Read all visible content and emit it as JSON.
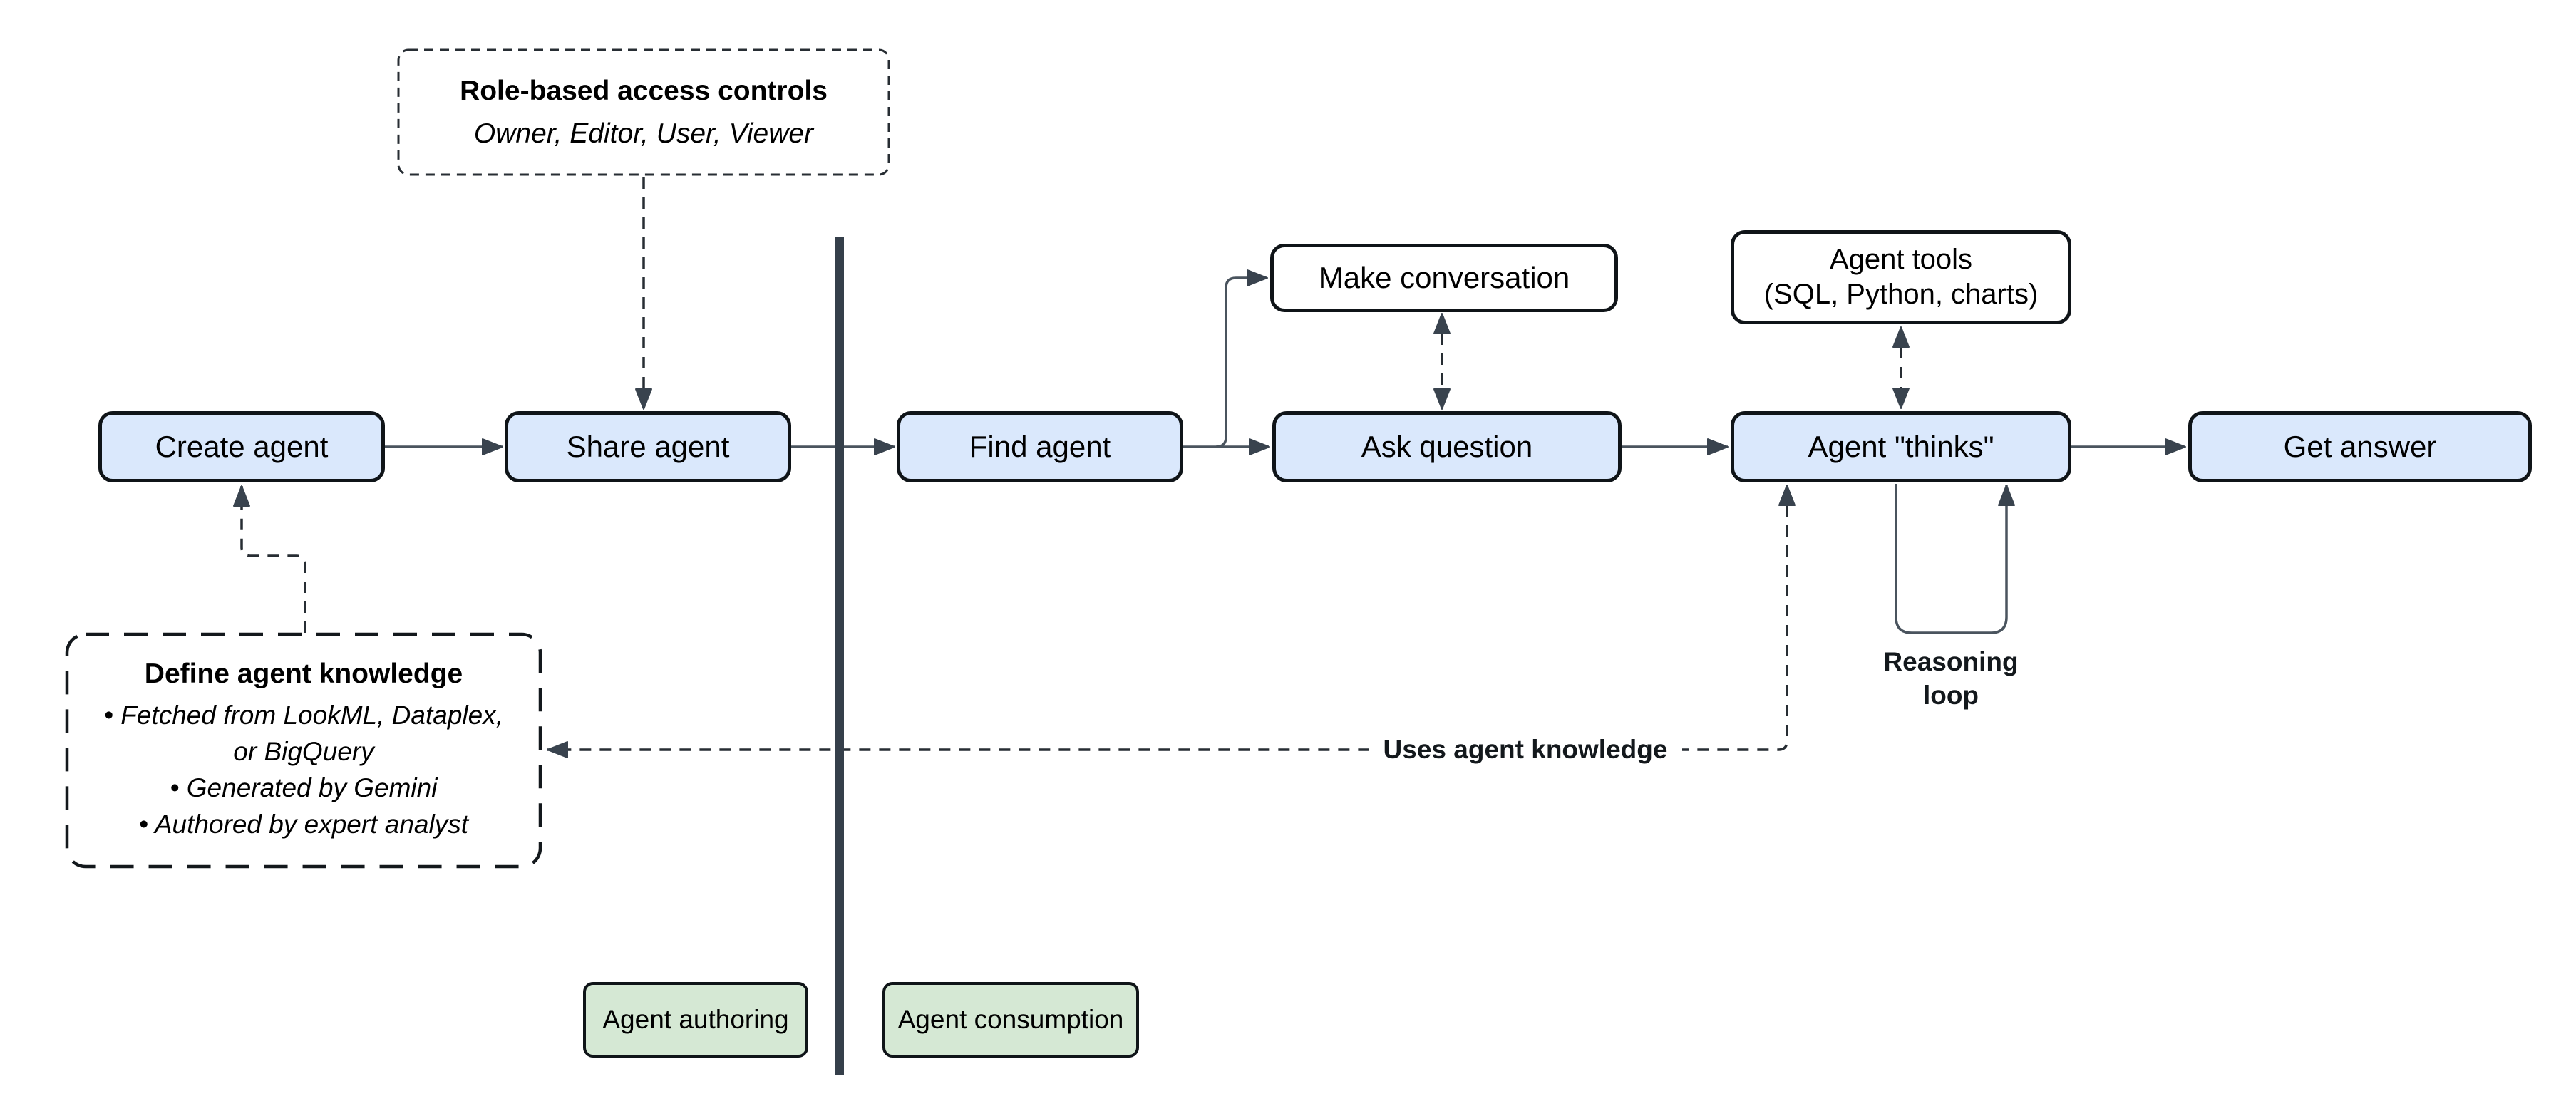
{
  "nodes": [
    {
      "id": "create-agent",
      "label": "Create agent"
    },
    {
      "id": "share-agent",
      "label": "Share agent"
    },
    {
      "id": "find-agent",
      "label": "Find agent"
    },
    {
      "id": "ask-question",
      "label": "Ask question"
    },
    {
      "id": "agent-thinks",
      "label": "Agent \"thinks\""
    },
    {
      "id": "get-answer",
      "label": "Get answer"
    }
  ],
  "annotations": {
    "access": {
      "title": "Role-based access controls",
      "subtitle": "Owner, Editor, User, Viewer"
    },
    "make_conversation": {
      "label": "Make conversation"
    },
    "agent_tools": {
      "line1": "Agent tools",
      "line2": "(SQL, Python, charts)"
    },
    "knowledge": {
      "title": "Define agent knowledge",
      "bullets": [
        "• Fetched from LookML, Dataplex, or BigQuery",
        "• Generated by Gemini",
        "• Authored by expert analyst"
      ]
    },
    "reasoning_loop": "Reasoning loop",
    "uses_knowledge": "Uses agent knowledge"
  },
  "zones": {
    "authoring": "Agent authoring",
    "consumption": "Agent consumption"
  },
  "colors": {
    "background": "#ffffff",
    "node_fill": "#dae8fc",
    "annotation_fill": "#ffffff",
    "zone_fill": "#d5e8d4",
    "box_border": "#0f1418",
    "connector": "#4a545e",
    "arrowhead": "#39434e",
    "dashed_line": "#272d33",
    "divider": "#353f4a"
  }
}
